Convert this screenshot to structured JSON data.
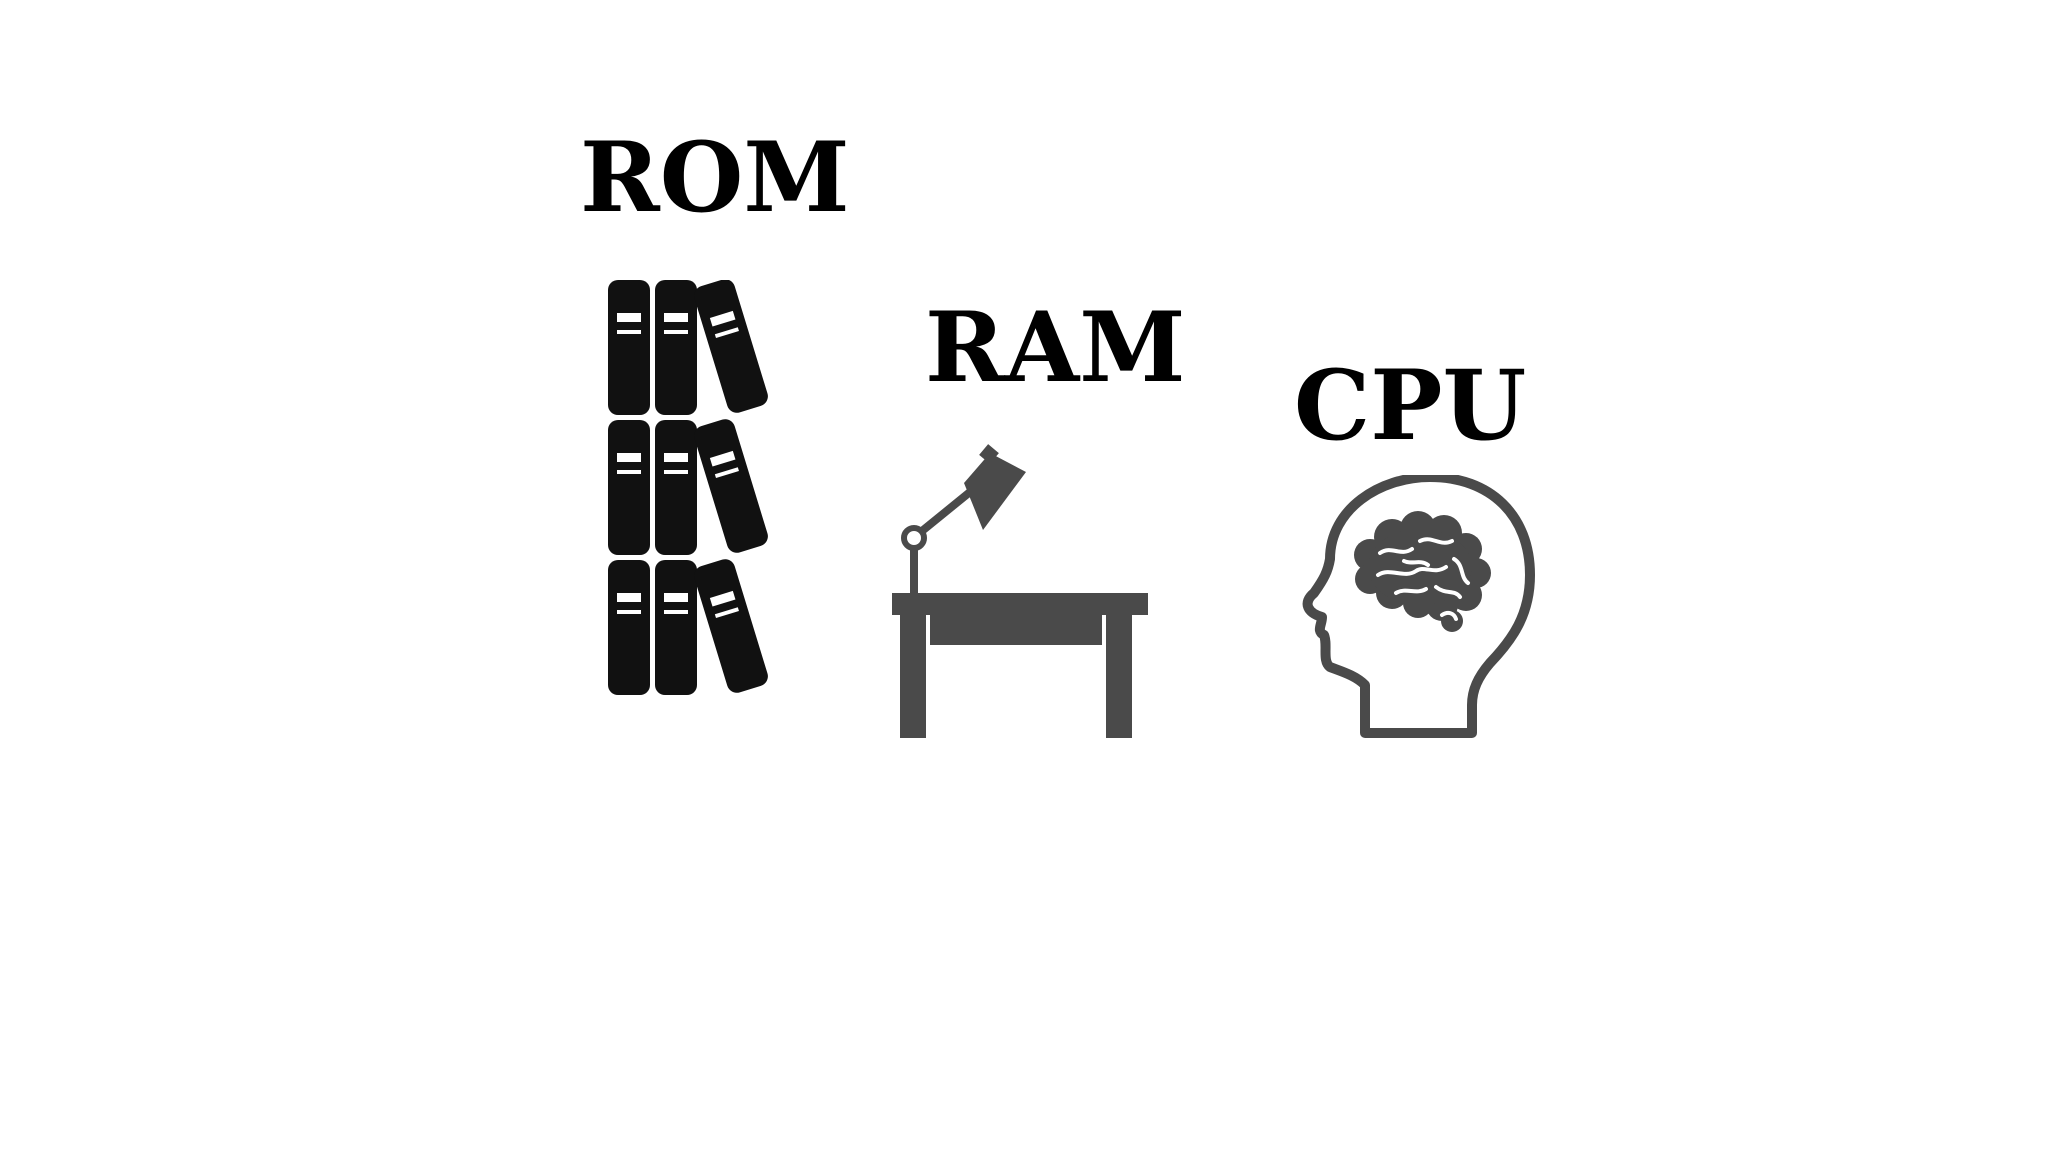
{
  "labels": {
    "rom": "ROM",
    "ram": "RAM",
    "cpu": "CPU"
  },
  "icons": {
    "rom": "bookshelf-icon",
    "ram": "desk-with-lamp-icon",
    "cpu": "head-with-brain-icon"
  },
  "colors": {
    "text": "#000000",
    "binders": "#111111",
    "desk": "#4a4a4a",
    "head": "#4a4a4a",
    "background": "#ffffff"
  }
}
